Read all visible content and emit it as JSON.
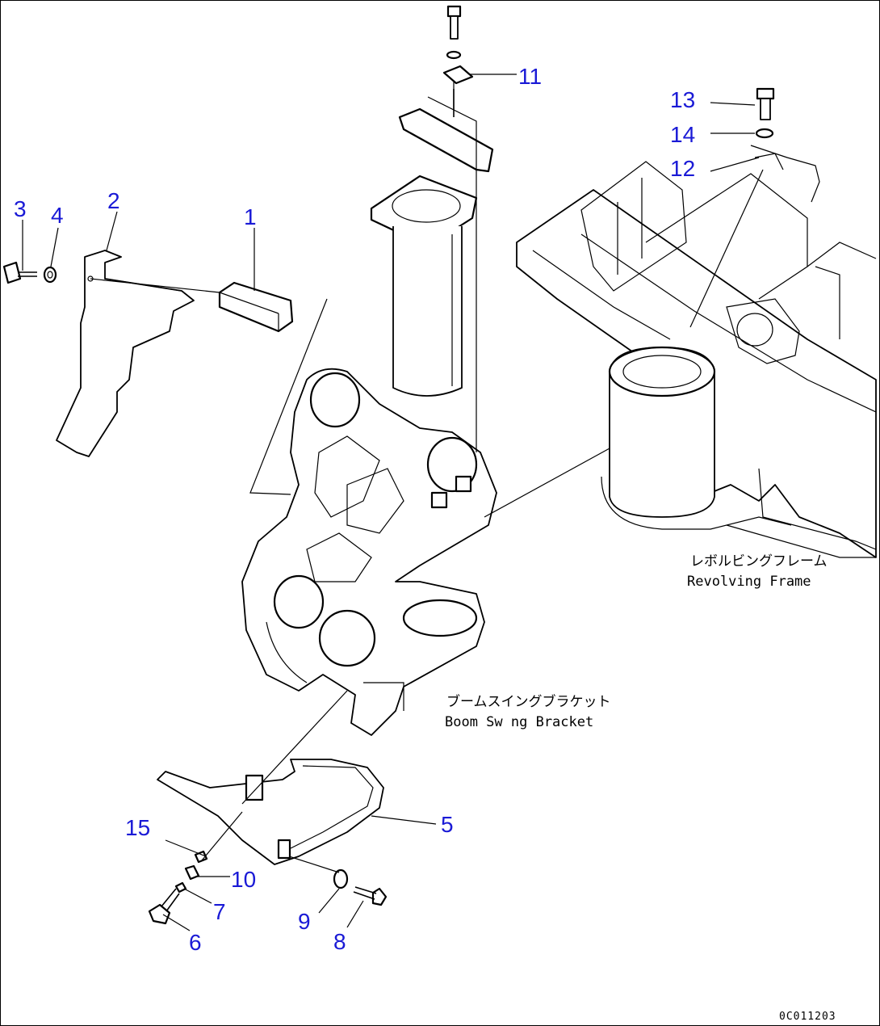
{
  "callouts": [
    "1",
    "2",
    "3",
    "4",
    "5",
    "6",
    "7",
    "8",
    "9",
    "10",
    "11",
    "12",
    "13",
    "14",
    "15"
  ],
  "labels": {
    "revolving_jp": "レボルビングフレーム",
    "revolving_en": "Revolving Frame",
    "bracket_jp": "ブームスイングブラケット",
    "bracket_en": "Boom Sw ng Bracket"
  },
  "drawing_code": "0C011203",
  "colors": {
    "callout": "#1a1ad6",
    "line": "#000000"
  }
}
